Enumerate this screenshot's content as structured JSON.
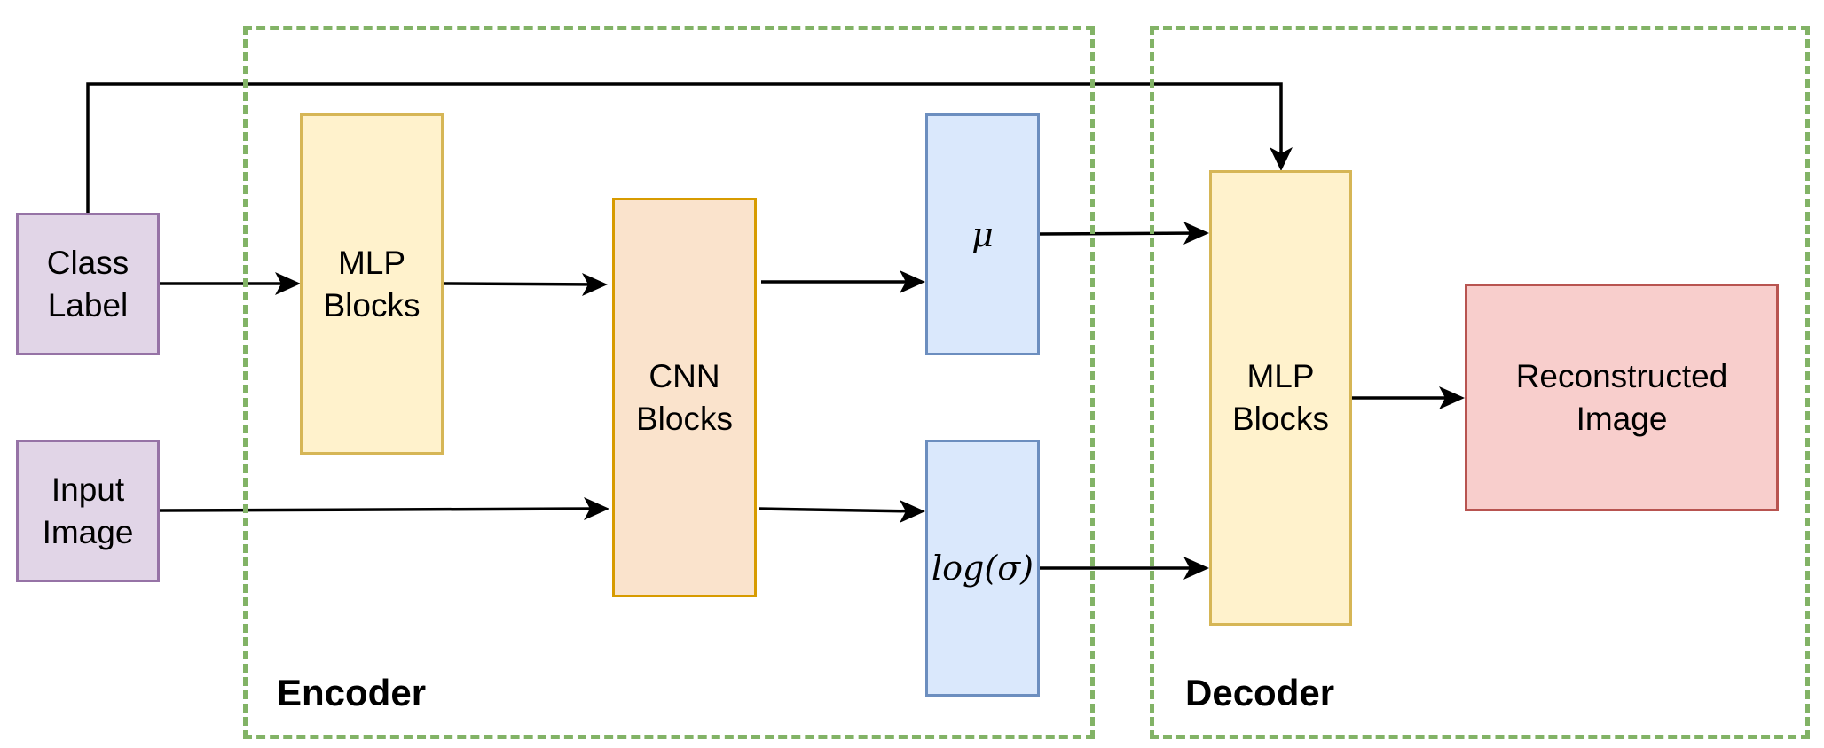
{
  "colors": {
    "purple_fill": "#e1d5e7",
    "purple_border": "#9673a6",
    "yellow_fill": "#fff2cc",
    "yellow_border": "#d6b656",
    "orange_fill": "#fae3cc",
    "orange_border": "#d79b00",
    "blue_fill": "#dae8fc",
    "blue_border": "#6c8ebf",
    "red_fill": "#f8cecc",
    "red_border": "#b85450",
    "region_border": "#82b366",
    "arrow": "#000000"
  },
  "inputs": {
    "class_label": "Class\nLabel",
    "input_image": "Input\nImage"
  },
  "encoder": {
    "title": "Encoder",
    "mlp_blocks": "MLP\nBlocks",
    "cnn_blocks": "CNN\nBlocks",
    "mu": "μ",
    "log_sigma": "log(σ)"
  },
  "decoder": {
    "title": "Decoder",
    "mlp_blocks": "MLP\nBlocks",
    "reconstructed_image": "Reconstructed\nImage"
  }
}
